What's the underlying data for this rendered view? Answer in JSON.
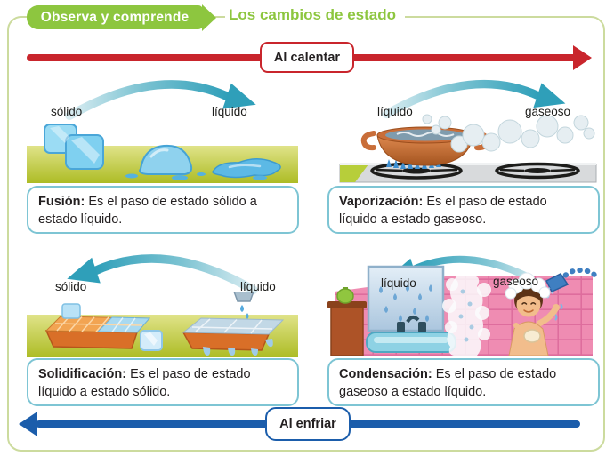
{
  "header": {
    "banner_label": "Observa y comprende",
    "title": "Los cambios de estado"
  },
  "heating_arrow": {
    "label": "Al calentar",
    "color": "#c9252c",
    "direction": "right"
  },
  "cooling_arrow": {
    "label": "Al enfriar",
    "color": "#1b5dab",
    "direction": "left"
  },
  "panels": [
    {
      "id": "fusion",
      "term": "Fusión:",
      "description": "Es el paso de estado sólido a estado líquido.",
      "left_label": "sólido",
      "right_label": "líquido",
      "arrow_direction": "right",
      "illustration": "ice-cubes-melting-scene"
    },
    {
      "id": "vaporizacion",
      "term": "Vaporización:",
      "description": "Es el paso de estado líquido a estado gaseoso.",
      "left_label": "líquido",
      "right_label": "gaseoso",
      "arrow_direction": "right",
      "illustration": "pot-boiling-on-stove-scene"
    },
    {
      "id": "solidificacion",
      "term": "Solidificación:",
      "description": "Es el paso de estado líquido a estado sólido.",
      "left_label": "sólido",
      "right_label": "líquido",
      "arrow_direction": "left",
      "illustration": "ice-cube-trays-freezing-scene"
    },
    {
      "id": "condensacion",
      "term": "Condensación:",
      "description": "Es el paso de estado gaseoso a estado líquido.",
      "left_label": "líquido",
      "right_label": "gaseoso",
      "arrow_direction": "left",
      "illustration": "steamy-bathroom-condensation-scene"
    }
  ],
  "colors": {
    "brand_green": "#8dc63f",
    "frame_border": "#ccdb9e",
    "heat_red": "#c9252c",
    "cool_blue": "#1b5dab",
    "teal_arrow": "#2f9fb9",
    "caption_border": "#7ec5d4",
    "text": "#231f20"
  }
}
